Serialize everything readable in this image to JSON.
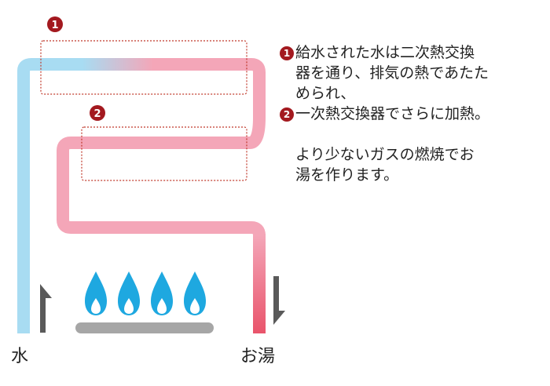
{
  "markers": {
    "one": "1",
    "two": "2"
  },
  "description": {
    "line1": "給水された水は二次熱交換",
    "line2": "器を通り、排気の熱であたた",
    "line3": "められ、",
    "line4": "一次熱交換器でさらに加熱。",
    "line5": "より少ないガスの燃焼でお",
    "line6": "湯を作ります。"
  },
  "labels": {
    "water_in": "水",
    "hot_water_out": "お湯"
  },
  "colors": {
    "cold_water": "#a8dcf2",
    "hot_water": "#f4a6b8",
    "hot_outlet": "#e9546b",
    "flame": "#1ea8e0",
    "flame_core": "#ffffff",
    "burner": "#a6a6a6",
    "arrow": "#5a5a5a",
    "marker": "#a3191f",
    "dotted_box": "#c0392b"
  },
  "icons": {
    "flame": "flame-icon",
    "arrow_up": "arrow-up-icon",
    "arrow_down": "arrow-down-icon"
  }
}
